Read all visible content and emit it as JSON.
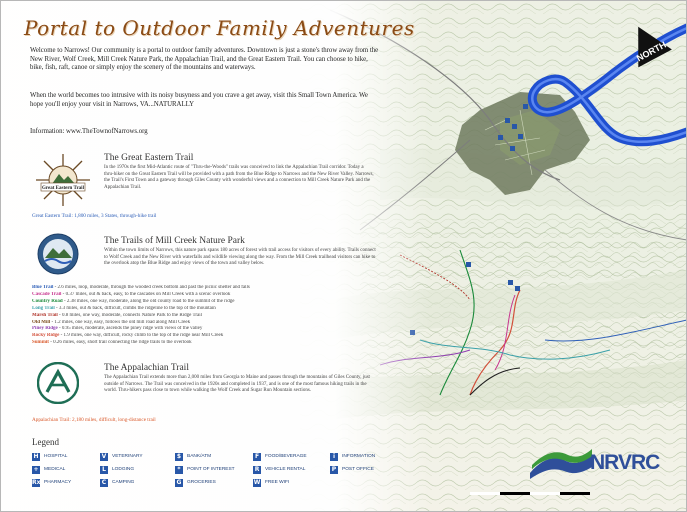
{
  "title": "Portal to Outdoor Family Adventures",
  "intro": {
    "paragraph1": "Welcome to Narrows! Our community is a portal to outdoor family adventures. Downtown is just a stone's throw away from the New River, Wolf Creek, Mill Creek Nature Park, the Appalachian Trail, and the Great Eastern Trail. You can choose to hike, bike, fish, raft, canoe or simply enjoy the scenery of the mountains and waterways.",
    "paragraph2": "When the world becomes too intrusive with its noisy busyness and you crave a get away, visit this Small Town America. We hope you'll enjoy your visit in Narrows, VA...NATURALLY",
    "info": "Information: www.TheTownofNarrows.org"
  },
  "sections": {
    "great_eastern": {
      "title": "The Great Eastern Trail",
      "logo_text": "Great Eastern Trail",
      "body": "In the 1970s the first Mid-Atlantic route of \"Thru-the-Woods\" trails was conceived to link the Appalachian Trail corridor. Today a thru-hiker on the Great Eastern Trail will be provided with a path from the Blue Ridge to Narrows and the New River Valley. Narrows, the Trail's First Town and a gateway through Giles County with wonderful views and a connection to Mill Creek Nature Park and the Appalachian Trail.",
      "summary": "Great Eastern Trail: 1,800 miles, 3 States, through-hike trail"
    },
    "mill_creek": {
      "title": "The Trails of Mill Creek Nature Park",
      "body": "Within the town limits of Narrows, this nature park spans 180 acres of forest with trail access for visitors of every ability. Trails connect to Wolf Creek and the New River with waterfalls and wildlife viewing along the way. From the Mill Creek trailhead visitors can hike to the overlook atop the Blue Ridge and enjoy views of the town and valley below.",
      "trails": [
        {
          "name": "Blue Trail",
          "color": "#2e5fb8",
          "text": "- 2.6 miles, loop, moderate, through the wooded creek bottom and past the picnic shelter and falls"
        },
        {
          "name": "Cascade Trail",
          "color": "#c7338e",
          "text": "- 0.37 miles, out & back, easy, to the cascades on Mill Creek with a scenic overlook"
        },
        {
          "name": "Country Road",
          "color": "#1a8a3a",
          "text": "- 2.38 miles, one way, moderate, along the old county road to the summit of the ridge"
        },
        {
          "name": "Long Trail",
          "color": "#3aa0a8",
          "text": "- 3.3 miles, out & back, difficult, climbs the ridgeline to the top of the mountain"
        },
        {
          "name": "Marsh Trail",
          "color": "#b0342a",
          "text": "- 0.8 miles, one way, moderate, connects Nature Park to the Ridge Trail"
        },
        {
          "name": "Old Mill",
          "color": "#7b4a1c",
          "text": "- 1.2 miles, one way, easy, follows the old mill road along Mill Creek"
        },
        {
          "name": "Piney Ridge",
          "color": "#8f3fb0",
          "text": "- 0.95 miles, moderate, ascends the piney ridge with views of the valley"
        },
        {
          "name": "Rocky Ridge",
          "color": "#d24f3a",
          "text": "- 1.9 miles, one way, difficult, rocky climb to the top of the ridge near Mill Creek"
        },
        {
          "name": "Summit",
          "color": "#d9582a",
          "text": "- 0.26 miles, easy, short trail connecting the ridge trails to the overlook"
        }
      ]
    },
    "appalachian": {
      "title": "The Appalachian Trail",
      "body": "The Appalachian Trail extends more than 2,000 miles from Georgia to Maine and passes through the mountains of Giles County, just outside of Narrows. The Trail was conceived in the 1920s and completed in 1937, and is one of the most famous hiking trails in the world. Thru-hikers pass close to town while walking the Wolf Creek and Sugar Run Mountain sections.",
      "summary": "Appalachian Trail: 2,180 miles, difficult, long-distance trail"
    }
  },
  "legend": {
    "title": "Legend",
    "items": [
      {
        "icon": "H",
        "label": "HOSPITAL"
      },
      {
        "icon": "+",
        "label": "MEDICAL"
      },
      {
        "icon": "Rx",
        "label": "PHARMACY"
      },
      {
        "icon": "V",
        "label": "VETERINARY"
      },
      {
        "icon": "L",
        "label": "LODGING"
      },
      {
        "icon": "C",
        "label": "CAMPING"
      },
      {
        "icon": "$",
        "label": "BANK/ATM"
      },
      {
        "icon": "*",
        "label": "POINT OF INTEREST"
      },
      {
        "icon": "G",
        "label": "GROCERIES"
      },
      {
        "icon": "F",
        "label": "FOOD/BEVERAGE"
      },
      {
        "icon": "R",
        "label": "VEHICLE RENTAL"
      },
      {
        "icon": "W",
        "label": "FREE WIFI"
      },
      {
        "icon": "i",
        "label": "INFORMATION"
      },
      {
        "icon": "P",
        "label": "POST OFFICE"
      }
    ]
  },
  "north": "NORTH",
  "logo_nrvrc": "NRVRC",
  "colors": {
    "title": "#8a4b16",
    "river": "#1f4fd0",
    "legend_blue": "#2857a8"
  }
}
